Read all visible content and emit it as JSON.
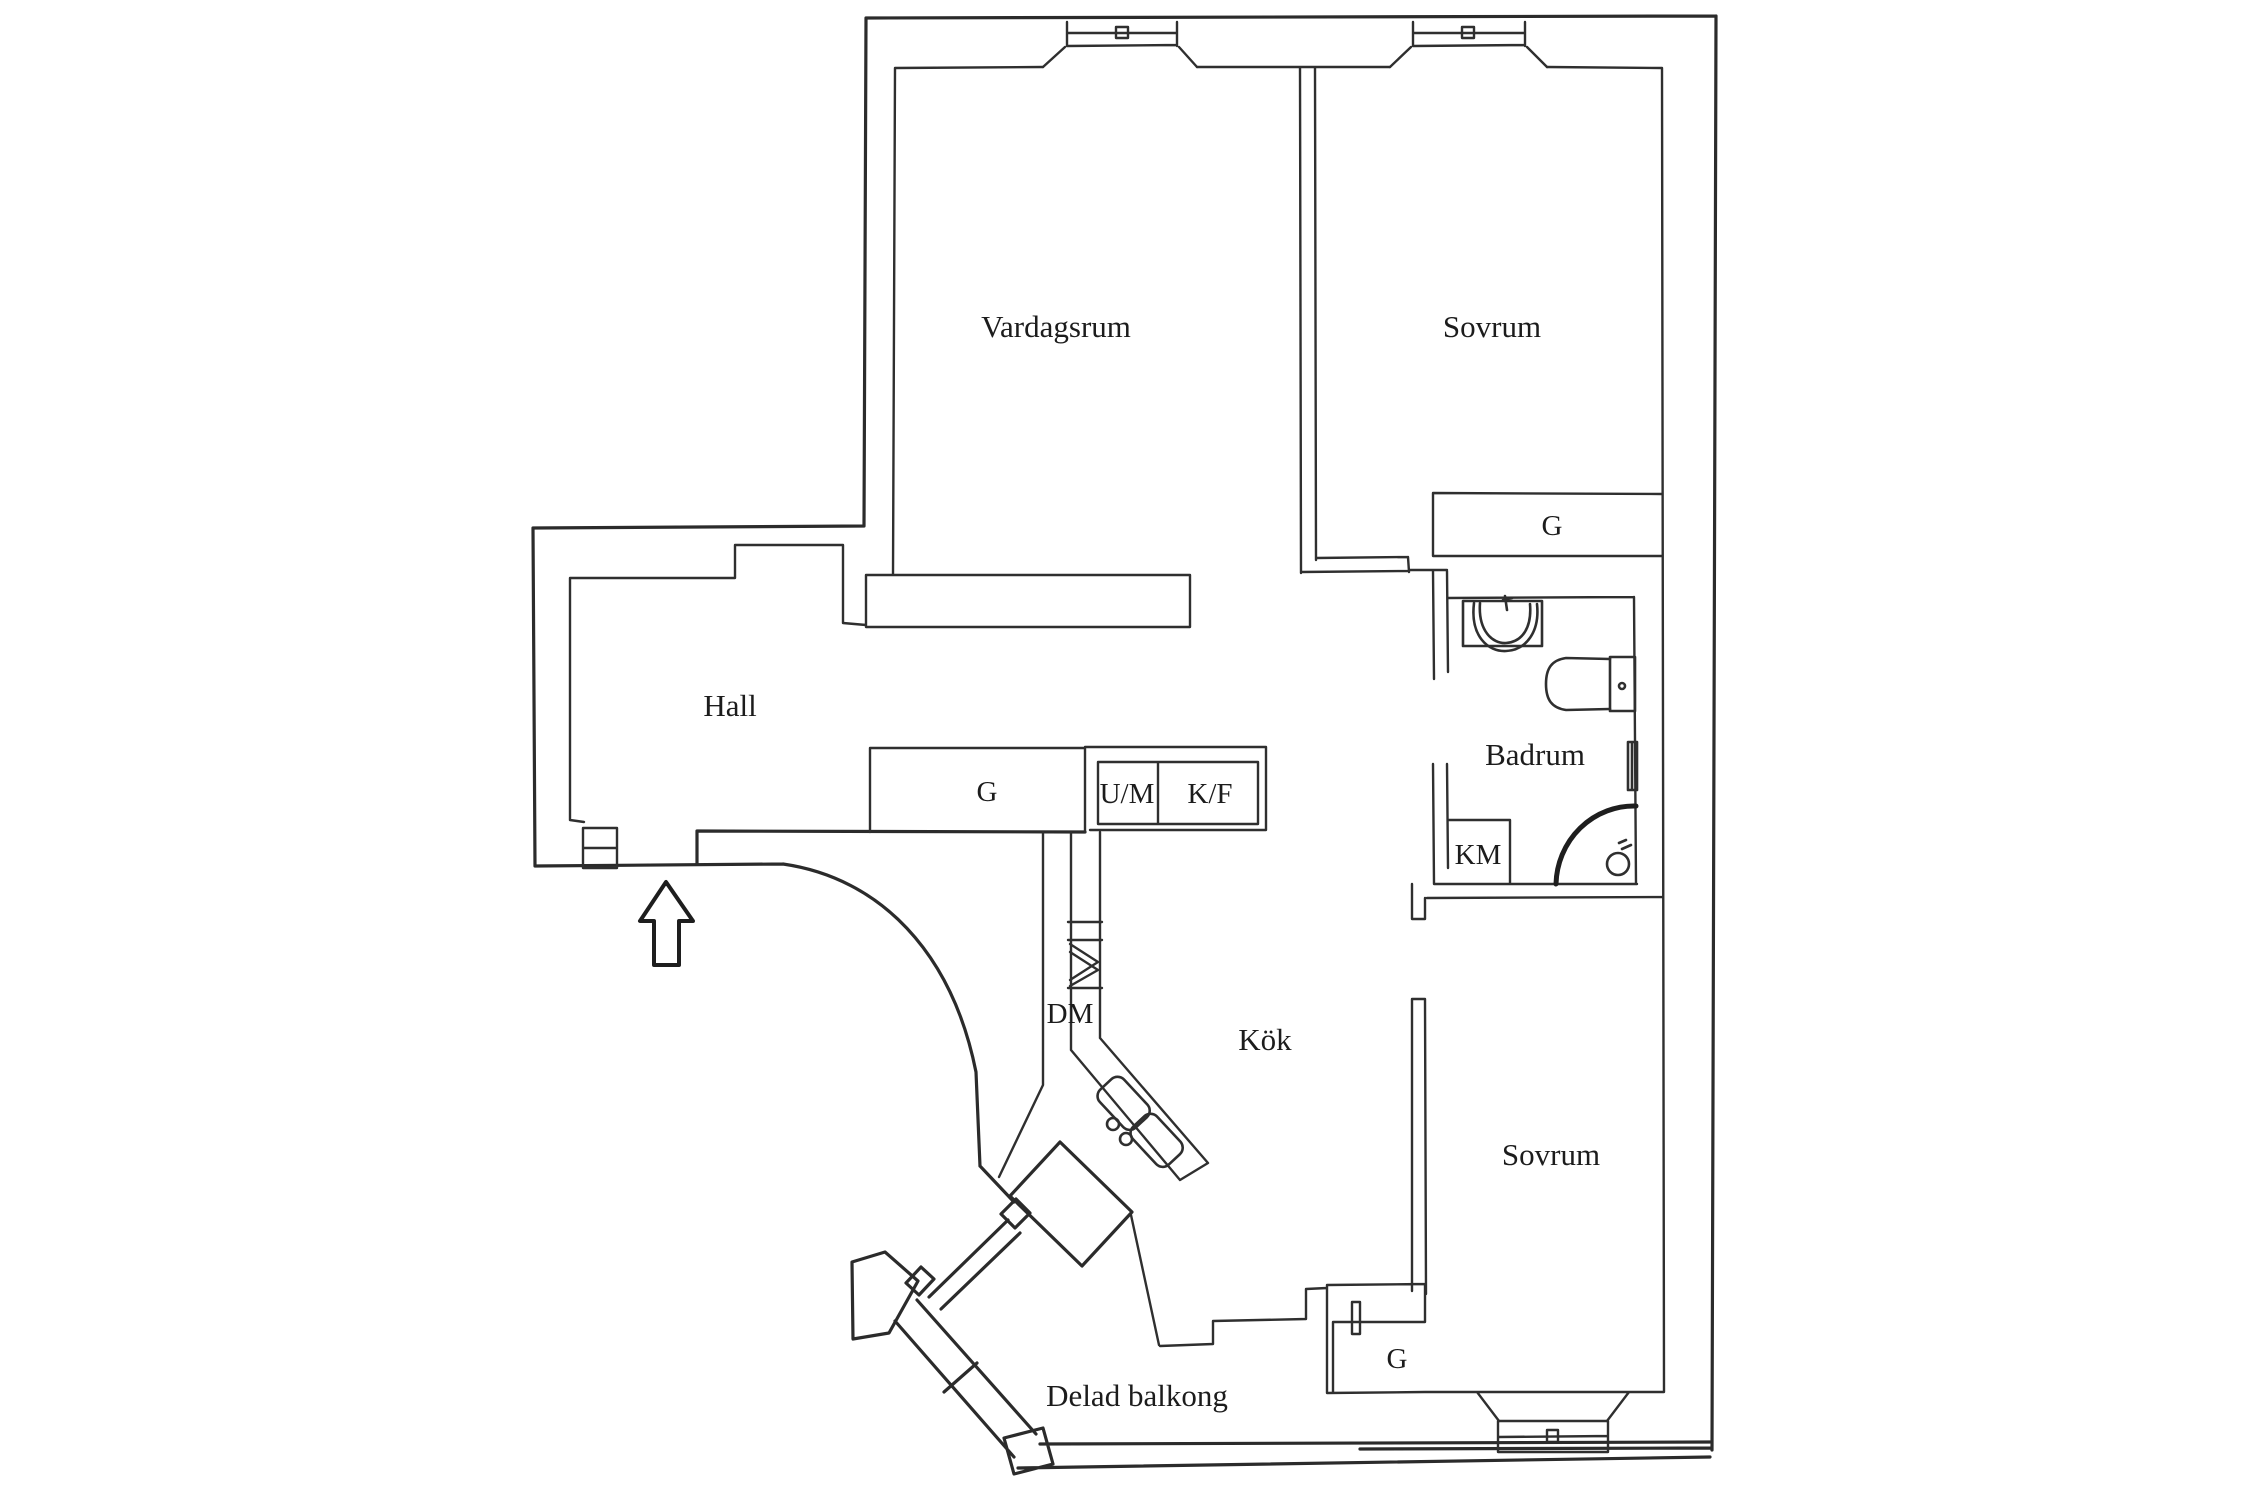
{
  "plan": {
    "type": "apartment-floor-plan",
    "language": "Swedish",
    "colors": {
      "ink": "#2b2b2b",
      "background": "#ffffff"
    }
  },
  "rooms": [
    {
      "id": "vardagsrum",
      "label": "Vardagsrum"
    },
    {
      "id": "sovrum-top",
      "label": "Sovrum"
    },
    {
      "id": "hall",
      "label": "Hall"
    },
    {
      "id": "badrum",
      "label": "Badrum"
    },
    {
      "id": "kok",
      "label": "Kök"
    },
    {
      "id": "sovrum-bottom",
      "label": "Sovrum"
    },
    {
      "id": "delad-balkong",
      "label": "Delad balkong"
    }
  ],
  "fixtures": [
    {
      "id": "wardrobe-sovrum-top",
      "label": "G"
    },
    {
      "id": "wardrobe-hall",
      "label": "G"
    },
    {
      "id": "washer-dryer-column",
      "label": "U/M"
    },
    {
      "id": "fridge-freezer",
      "label": "K/F"
    },
    {
      "id": "washing-machine",
      "label": "KM"
    },
    {
      "id": "dishwasher",
      "label": "DM"
    },
    {
      "id": "wardrobe-sovrum-bottom",
      "label": "G"
    }
  ]
}
